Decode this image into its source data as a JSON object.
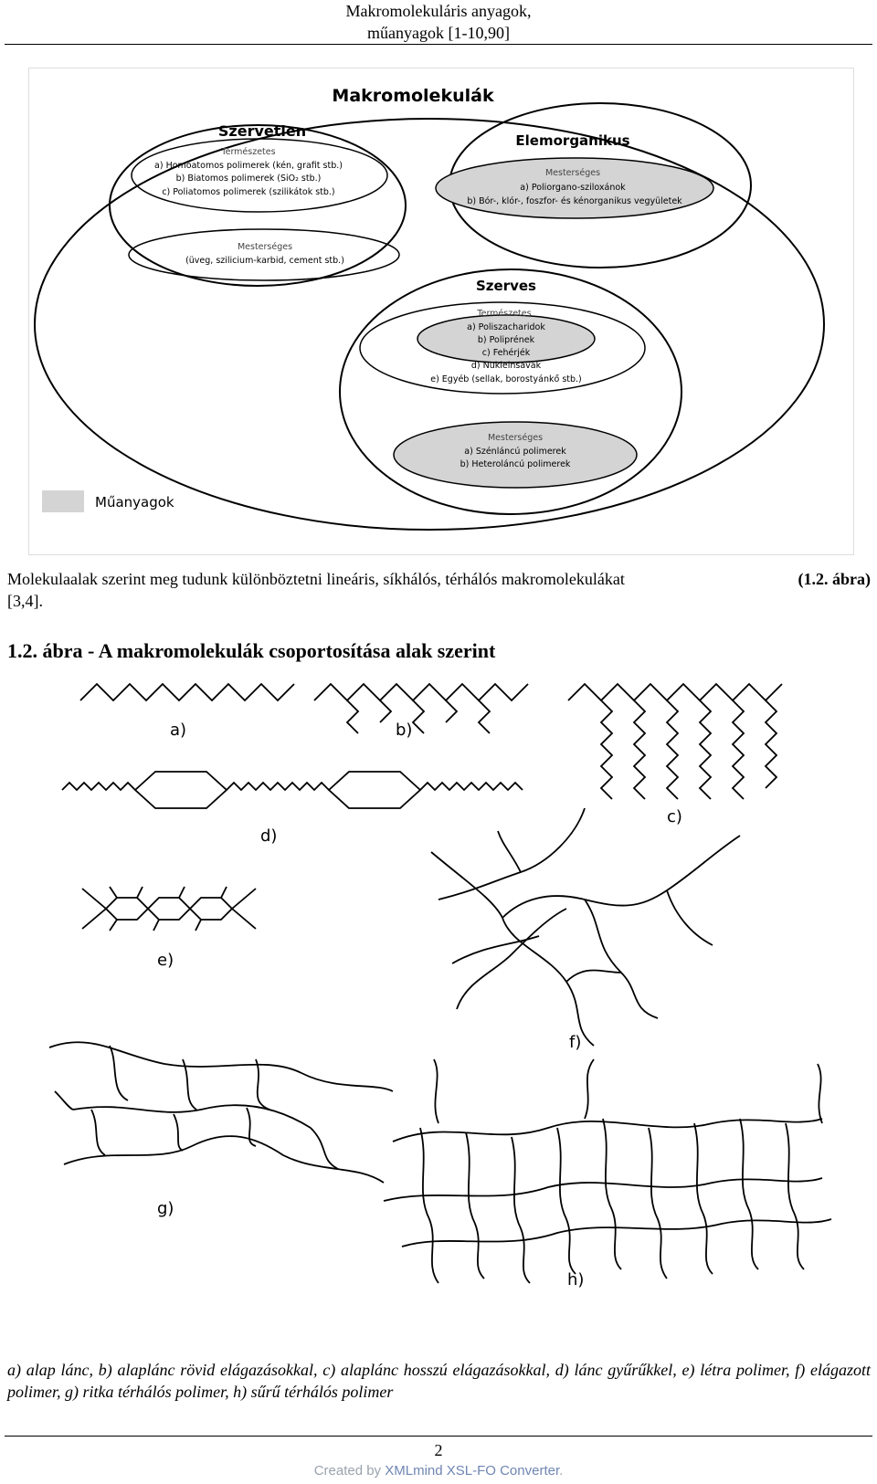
{
  "header": {
    "line1": "Makromolekuláris anyagok,",
    "line2": "műanyagok [1-10,90]"
  },
  "fig1": {
    "title": "Makromolekulák",
    "inorganic": {
      "title": "Szervetlen",
      "natural_label": "Természetes",
      "natural_items": [
        "a) Homoatomos polimerek (kén, grafit stb.)",
        "b) Biatomos polimerek (SiO₂ stb.)",
        "c) Poliatomos polimerek (szilikátok stb.)"
      ],
      "artificial_label": "Mesterséges",
      "artificial_items": [
        "(üveg, szilicium-karbid, cement stb.)"
      ]
    },
    "elementorganic": {
      "title": "Elemorganikus",
      "artificial_label": "Mesterséges",
      "artificial_items": [
        "a) Poliorgano-sziloxánok",
        "b) Bór-, klór-, foszfor- és kénorganikus vegyületek"
      ]
    },
    "organic": {
      "title": "Szerves",
      "natural_label": "Természetes",
      "natural_items": [
        "a) Poliszacharidok",
        "b) Poliprének",
        "c) Fehérjék",
        "d) Nukleinsavak",
        "e) Egyéb (sellak, borostyánkő stb.)"
      ],
      "artificial_label": "Mesterséges",
      "artificial_items": [
        "a) Szénláncú polimerek",
        "b) Heteroláncú polimerek"
      ]
    },
    "legend": "Műanyagok",
    "colors": {
      "plastic_fill": "#d4d4d4",
      "outline": "#000000"
    }
  },
  "paragraph": {
    "text": "Molekulaalak szerint meg tudunk különböztetni lineáris, síkhálós, térhálós makromolekulákat",
    "ref": "(1.2. ábra)",
    "cite": "[3,4]."
  },
  "fig2": {
    "title": "1.2. ábra - A makromolekulák csoportosítása alak szerint",
    "labels": [
      "a)",
      "b)",
      "c)",
      "d)",
      "e)",
      "f)",
      "g)",
      "h)"
    ]
  },
  "caption": "a) alap lánc, b) alaplánc rövid elágazásokkal, c) alaplánc hosszú elágazásokkal, d) lánc gyűrűkkel, e) létra polimer, f) elágazott polimer, g) ritka térhálós polimer, h) sűrű térhálós polimer",
  "footer": {
    "page": "2",
    "created_prefix": "Created by ",
    "created_link": "XMLmind XSL-FO Converter",
    "created_suffix": "."
  }
}
